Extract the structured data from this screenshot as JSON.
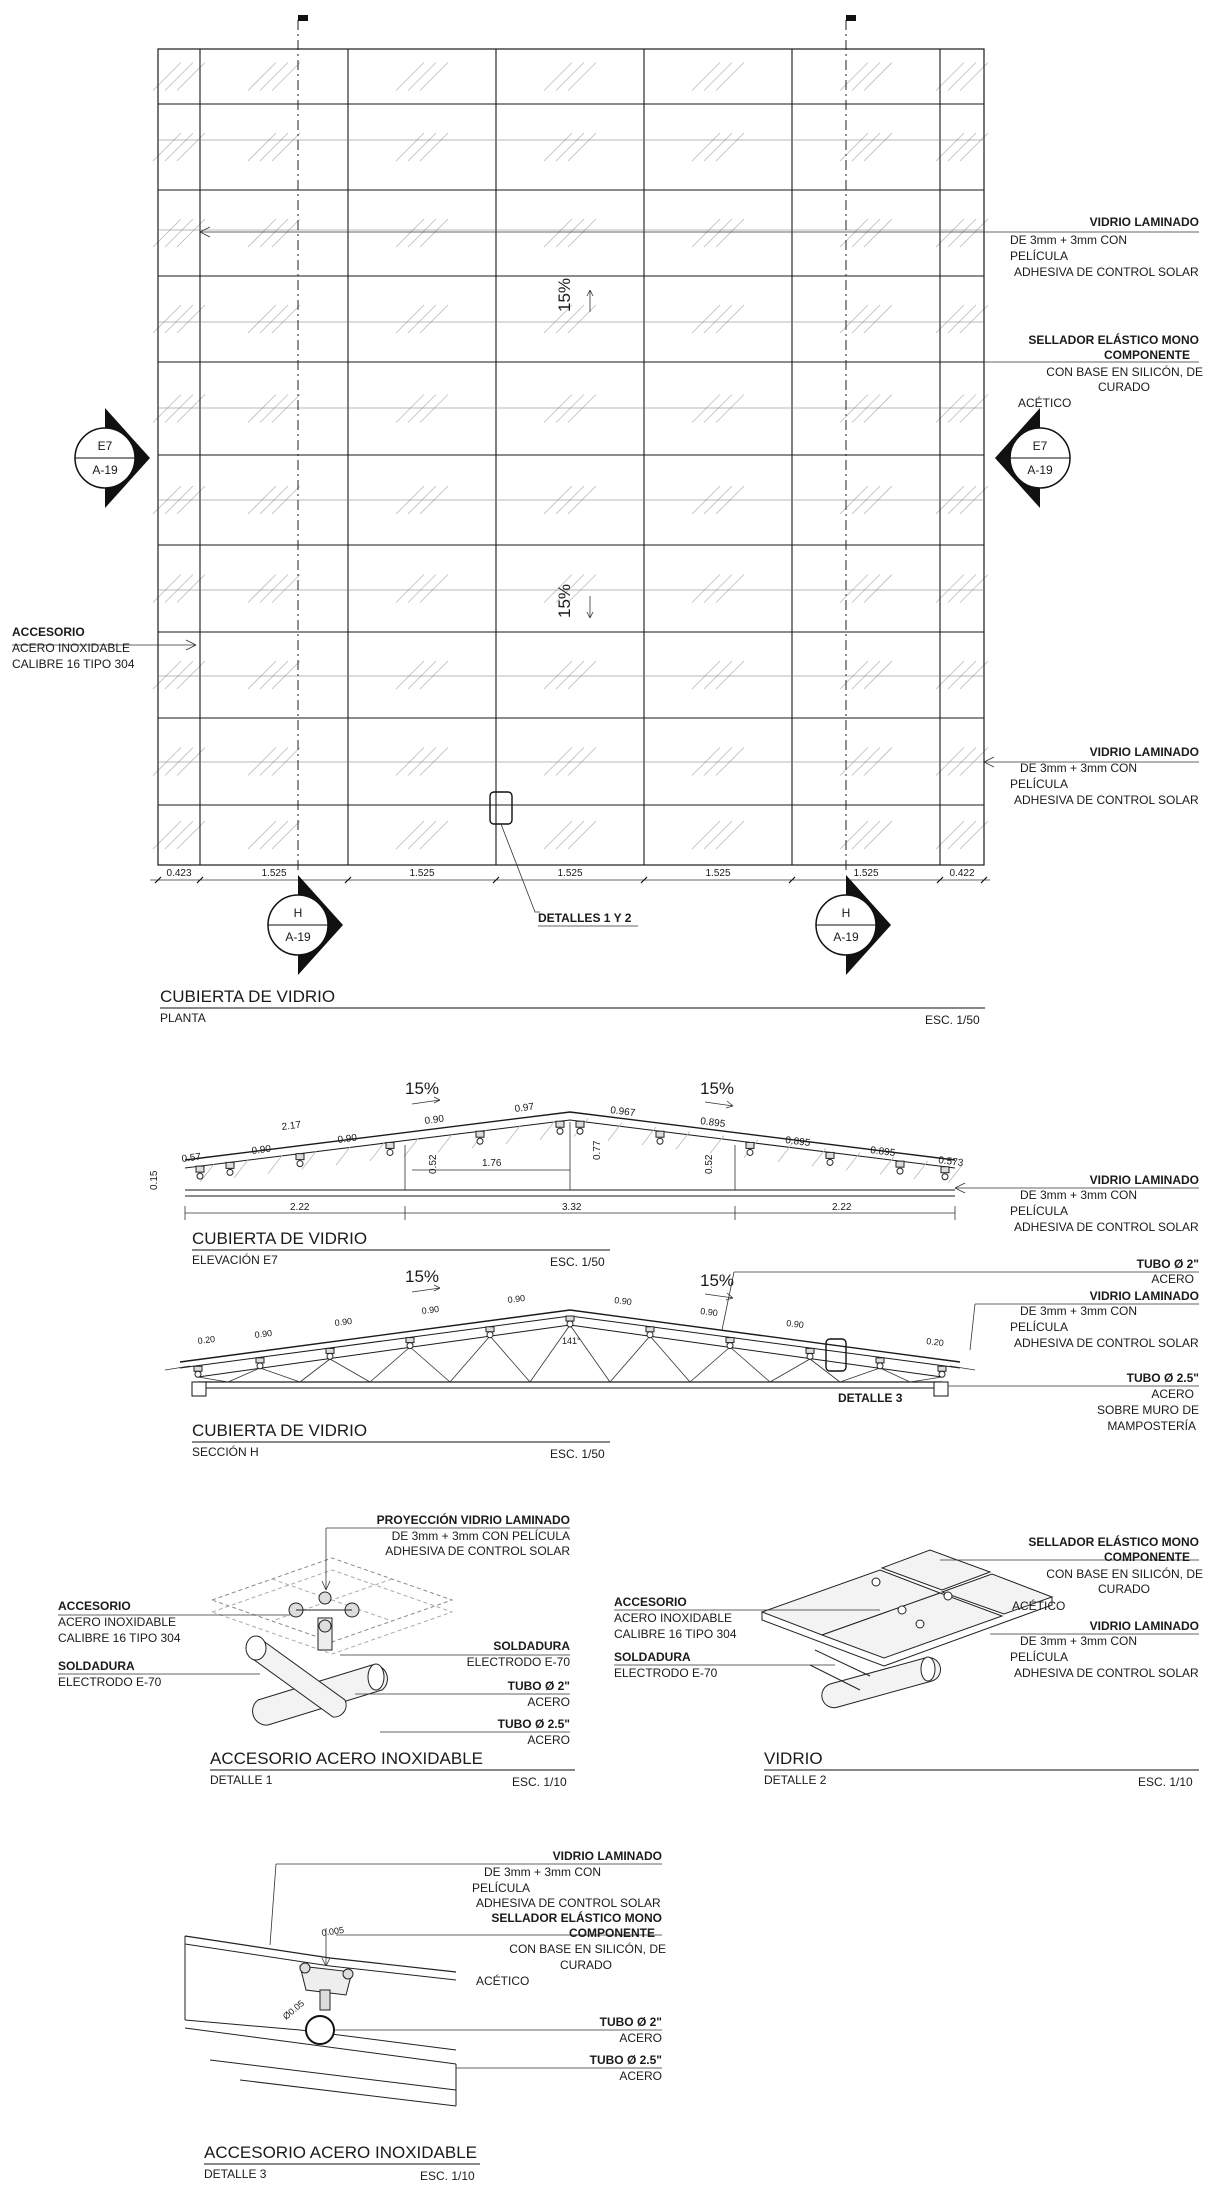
{
  "plan": {
    "slope_up": "15%",
    "slope_down": "15%",
    "dims": [
      "0.423",
      "1.525",
      "1.525",
      "1.525",
      "1.525",
      "1.525",
      "0.422"
    ],
    "details_callout": "DETALLES 1 Y 2",
    "sec_left": {
      "top": "E7",
      "bottom": "A-19"
    },
    "sec_right": {
      "top": "E7",
      "bottom": "A-19"
    },
    "sec_bl": {
      "top": "H",
      "bottom": "A-19"
    },
    "sec_br": {
      "top": "H",
      "bottom": "A-19"
    },
    "note1": {
      "title": "VIDRIO LAMINADO",
      "l1": "DE 3mm + 3mm CON",
      "l2": "PELÍCULA",
      "l3": "ADHESIVA DE CONTROL SOLAR"
    },
    "note2": {
      "title1": "SELLADOR ELÁSTICO MONO",
      "title2": "COMPONENTE",
      "l1": "CON BASE EN SILICÓN, DE",
      "l2": "CURADO",
      "l3": "ACÉTICO"
    },
    "note3": {
      "title": "ACCESORIO",
      "l1": "ACERO INOXIDABLE",
      "l2": "CALIBRE 16 TIPO 304"
    },
    "note4": {
      "title": "VIDRIO LAMINADO",
      "l1": "DE 3mm + 3mm CON",
      "l2": "PELÍCULA",
      "l3": "ADHESIVA DE CONTROL SOLAR"
    },
    "title": "CUBIERTA DE VIDRIO",
    "subtitle": "PLANTA",
    "scale": "ESC. 1/50"
  },
  "elevation": {
    "slope_left": "15%",
    "slope_right": "15%",
    "dims_top": [
      "2.17",
      "0.90",
      "0.97",
      "0.967",
      "0.895"
    ],
    "dims_mid": [
      "0.57",
      "0.90",
      "0.90",
      "0.895",
      "0.895",
      "0.573"
    ],
    "dim_176": "1.76",
    "dim_077": "0.77",
    "dim_052a": "0.52",
    "dim_052b": "0.52",
    "dim_015": "0.15",
    "dims_bottom": [
      "2.22",
      "3.32",
      "2.22"
    ],
    "note": {
      "title": "VIDRIO LAMINADO",
      "l1": "DE 3mm + 3mm CON",
      "l2": "PELÍCULA",
      "l3": "ADHESIVA DE CONTROL SOLAR"
    },
    "title": "CUBIERTA DE VIDRIO",
    "subtitle": "ELEVACIÓN E7",
    "scale": "ESC. 1/50"
  },
  "section": {
    "slope_left": "15%",
    "slope_right": "15%",
    "dims": [
      "0.20",
      "0.90",
      "0.90",
      "0.90",
      "0.90",
      "0.90",
      "0.90",
      "0.90",
      "0.20"
    ],
    "angle": "141°",
    "detail_callout": "DETALLE 3",
    "note1": {
      "title": "TUBO Ø 2\"",
      "l1": "ACERO"
    },
    "note2": {
      "title": "VIDRIO LAMINADO",
      "l1": "DE 3mm + 3mm CON",
      "l2": "PELÍCULA",
      "l3": "ADHESIVA DE CONTROL SOLAR"
    },
    "note3": {
      "title": "TUBO Ø 2.5\"",
      "l1": "ACERO",
      "l2": "SOBRE MURO DE",
      "l3": "MAMPOSTERÍA"
    },
    "title": "CUBIERTA DE VIDRIO",
    "subtitle": "SECCIÓN H",
    "scale": "ESC. 1/50"
  },
  "detail1": {
    "n_proj": {
      "title": "PROYECCIÓN VIDRIO LAMINADO",
      "l1": "DE 3mm + 3mm CON PELÍCULA",
      "l2": "ADHESIVA DE CONTROL SOLAR"
    },
    "n_acc": {
      "title": "ACCESORIO",
      "l1": "ACERO INOXIDABLE",
      "l2": "CALIBRE 16 TIPO 304"
    },
    "n_sold_l": {
      "title": "SOLDADURA",
      "l1": "ELECTRODO E-70"
    },
    "n_sold_r": {
      "title": "SOLDADURA",
      "l1": "ELECTRODO E-70"
    },
    "n_tubo2": {
      "title": "TUBO Ø 2\"",
      "l1": "ACERO"
    },
    "n_tubo25": {
      "title": "TUBO Ø 2.5\"",
      "l1": "ACERO"
    },
    "title": "ACCESORIO ACERO INOXIDABLE",
    "subtitle": "DETALLE 1",
    "scale": "ESC. 1/10"
  },
  "detail2": {
    "n_sell": {
      "title1": "SELLADOR ELÁSTICO MONO",
      "title2": "COMPONENTE",
      "l1": "CON BASE EN SILICÓN, DE",
      "l2": "CURADO",
      "l3": "ACÉTICO"
    },
    "n_acc": {
      "title": "ACCESORIO",
      "l1": "ACERO INOXIDABLE",
      "l2": "CALIBRE 16 TIPO 304"
    },
    "n_vid": {
      "title": "VIDRIO LAMINADO",
      "l1": "DE 3mm + 3mm CON",
      "l2": "PELÍCULA",
      "l3": "ADHESIVA DE CONTROL SOLAR"
    },
    "n_sold": {
      "title": "SOLDADURA",
      "l1": "ELECTRODO E-70"
    },
    "title": "VIDRIO",
    "subtitle": "DETALLE 2",
    "scale": "ESC. 1/10"
  },
  "detail3": {
    "n_vid": {
      "title": "VIDRIO LAMINADO",
      "l1": "DE 3mm + 3mm CON",
      "l2": "PELÍCULA",
      "l3": "ADHESIVA DE CONTROL SOLAR"
    },
    "n_sell": {
      "title1": "SELLADOR ELÁSTICO MONO",
      "title2": "COMPONENTE",
      "l1": "CON BASE EN SILICÓN, DE",
      "l2": "CURADO",
      "l3": "ACÉTICO"
    },
    "n_tubo2": {
      "title": "TUBO Ø 2\"",
      "l1": "ACERO"
    },
    "n_tubo25": {
      "title": "TUBO Ø 2.5\"",
      "l1": "ACERO"
    },
    "dim_a": "0.005",
    "dim_b": "Ø0.05",
    "title": "ACCESORIO ACERO INOXIDABLE",
    "subtitle": "DETALLE 3",
    "scale": "ESC. 1/10"
  }
}
